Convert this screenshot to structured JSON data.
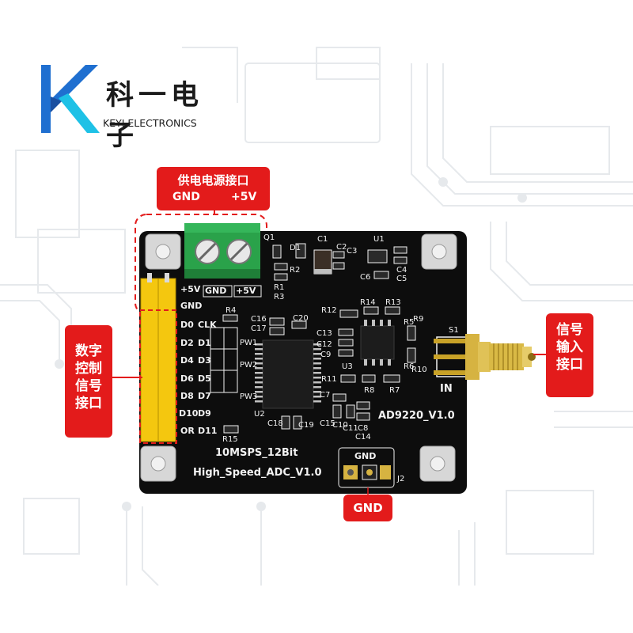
{
  "logo": {
    "name_cn": "科一电子",
    "name_en": "KEYI ELECTRONICS"
  },
  "callouts": {
    "power": {
      "title": "供电电源接口",
      "left": "GND",
      "right": "+5V"
    },
    "digital_lines": [
      "数字",
      "控制",
      "信号",
      "接口"
    ],
    "signal_lines": [
      "信号",
      "输入",
      "接口"
    ],
    "gnd": "GND"
  },
  "board": {
    "model": "AD9220_V1.0",
    "spec": "10MSPS_12Bit",
    "name": "High_Speed_ADC_V1.0",
    "header_top": [
      "+5V",
      "GND"
    ],
    "header_pins": [
      {
        "left": "D0",
        "right": "CLK"
      },
      {
        "left": "D2",
        "right": "D1"
      },
      {
        "left": "D4",
        "right": "D3"
      },
      {
        "left": "D6",
        "right": "D5"
      },
      {
        "left": "D8",
        "right": "D7"
      },
      {
        "left": "D10",
        "right": "D9"
      },
      {
        "left": "OR",
        "right": "D11"
      }
    ],
    "terminal_labels": [
      "GND",
      "+5V"
    ],
    "gnd_header": "GND",
    "connector_in": "IN",
    "refs": {
      "q1": "Q1",
      "c1": "C1",
      "u1": "U1",
      "c2": "C2",
      "c3": "C3",
      "d1": "D1",
      "r1": "R1",
      "r2": "R2",
      "r3": "R3",
      "c4": "C4",
      "c5": "C5",
      "c6": "C6",
      "r4": "R4",
      "c16": "C16",
      "c17": "C17",
      "c20": "C20",
      "r12": "R12",
      "r14": "R14",
      "r13": "R13",
      "r5": "R5",
      "r9": "R9",
      "c13": "C13",
      "c12": "C12",
      "c9": "C9",
      "u3": "U3",
      "s1": "S1",
      "r6": "R6",
      "r10": "R10",
      "r11": "R11",
      "r8": "R8",
      "r7": "R7",
      "c7": "C7",
      "pw1": "PW1",
      "pw2": "PW2",
      "pw3": "PW3",
      "u2": "U2",
      "c18": "C18",
      "c19": "C19",
      "c15": "C15",
      "c10": "C10",
      "c11": "C11",
      "c8": "C8",
      "c14": "C14",
      "r15": "R15",
      "j2": "J2"
    }
  },
  "colors": {
    "accent_red": "#e31b1b",
    "pcb": "#0d0d0d",
    "header_yellow": "#f4c70f",
    "terminal_green": "#2aa24a",
    "logo_blue": "#1f6fd0",
    "logo_cyan": "#1ec1e6"
  }
}
